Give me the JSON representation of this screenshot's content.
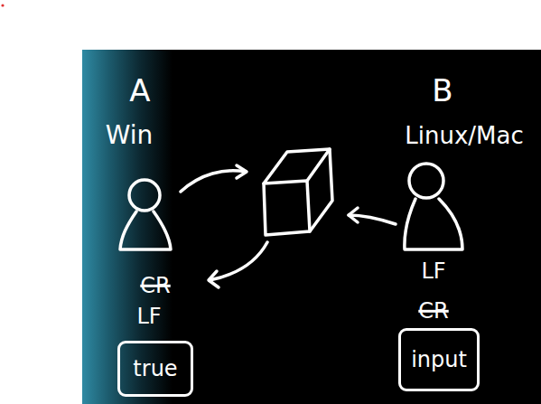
{
  "diagram": {
    "nodes": [
      {
        "text": [
          "true"
        ]
      },
      {
        "text": [
          "input"
        ]
      }
    ],
    "labels": [
      "A",
      "B",
      "Win",
      "Linux/Mac",
      "CR",
      "LF",
      "LF",
      "CR"
    ]
  }
}
